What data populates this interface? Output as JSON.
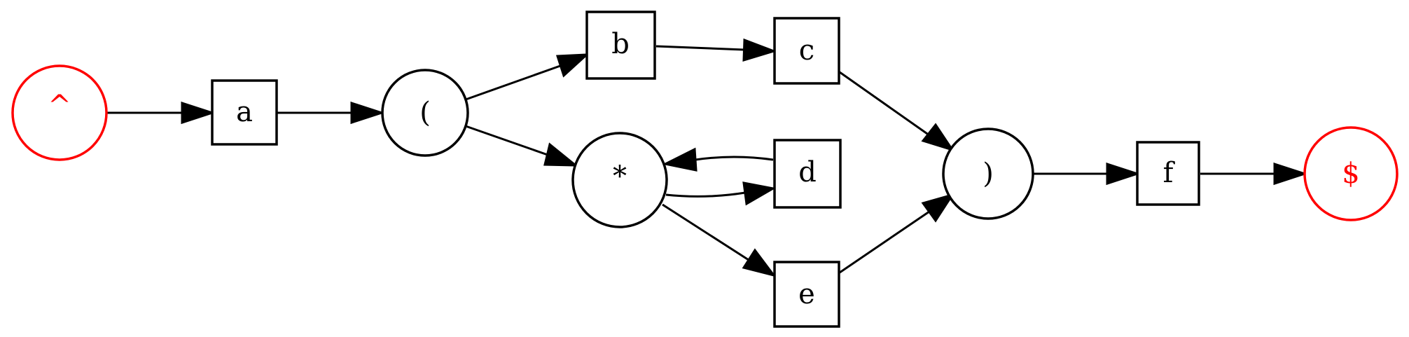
{
  "diagram": {
    "nodes": [
      {
        "id": "start",
        "label": "^",
        "shape": "circle",
        "color": "#ff0000"
      },
      {
        "id": "a",
        "label": "a",
        "shape": "box",
        "color": "#000000"
      },
      {
        "id": "open",
        "label": "(",
        "shape": "circle",
        "color": "#000000"
      },
      {
        "id": "b",
        "label": "b",
        "shape": "box",
        "color": "#000000"
      },
      {
        "id": "c",
        "label": "c",
        "shape": "box",
        "color": "#000000"
      },
      {
        "id": "star",
        "label": "*",
        "shape": "circle",
        "color": "#000000"
      },
      {
        "id": "d",
        "label": "d",
        "shape": "box",
        "color": "#000000"
      },
      {
        "id": "e",
        "label": "e",
        "shape": "box",
        "color": "#000000"
      },
      {
        "id": "close",
        "label": ")",
        "shape": "circle",
        "color": "#000000"
      },
      {
        "id": "f",
        "label": "f",
        "shape": "box",
        "color": "#000000"
      },
      {
        "id": "end",
        "label": "$",
        "shape": "circle",
        "color": "#ff0000"
      }
    ],
    "edges": [
      {
        "from": "start",
        "to": "a"
      },
      {
        "from": "a",
        "to": "open"
      },
      {
        "from": "open",
        "to": "b"
      },
      {
        "from": "open",
        "to": "star"
      },
      {
        "from": "b",
        "to": "c"
      },
      {
        "from": "c",
        "to": "close"
      },
      {
        "from": "star",
        "to": "d"
      },
      {
        "from": "d",
        "to": "star"
      },
      {
        "from": "star",
        "to": "e"
      },
      {
        "from": "e",
        "to": "close"
      },
      {
        "from": "close",
        "to": "f"
      },
      {
        "from": "f",
        "to": "end"
      }
    ]
  }
}
